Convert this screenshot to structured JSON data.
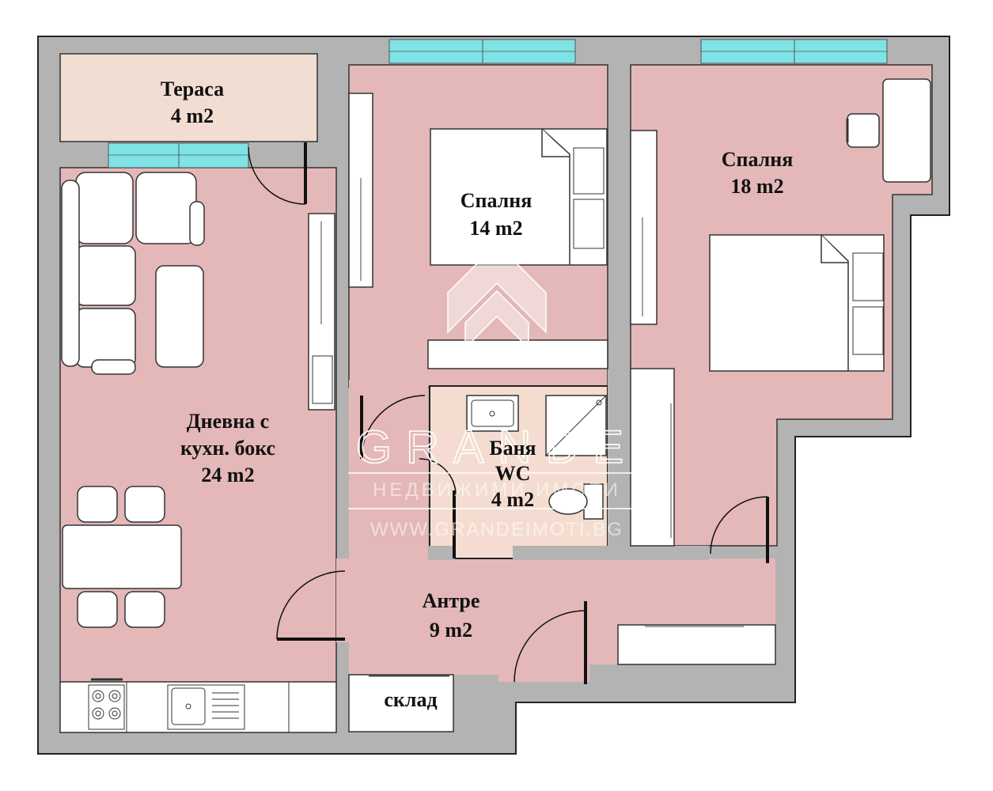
{
  "rooms": {
    "terrace": {
      "name": "Тераса",
      "area": "4 m2"
    },
    "living": {
      "name_line1": "Дневна с",
      "name_line2": "кухн. бокс",
      "area": "24 m2"
    },
    "bedroom_small": {
      "name": "Спалня",
      "area": "14 m2"
    },
    "bedroom_large": {
      "name": "Спалня",
      "area": "18 m2"
    },
    "bathroom": {
      "name_line1": "Баня",
      "name_line2": "WC",
      "area": "4 m2"
    },
    "hall": {
      "name": "Антре",
      "area": "9 m2"
    },
    "storage": {
      "name": "склад"
    }
  },
  "watermark": {
    "brand": "GRANDE",
    "tagline": "НЕДВИЖИМИ ИМОТИ",
    "url": "WWW.GRANDEIMOTI.BG"
  },
  "colors": {
    "wall": "#b3b3b3",
    "room": "#e4b8b8",
    "terrace": "#f2ddd3",
    "bathroom": "#f4ddd0",
    "window": "#7fe3e6"
  }
}
